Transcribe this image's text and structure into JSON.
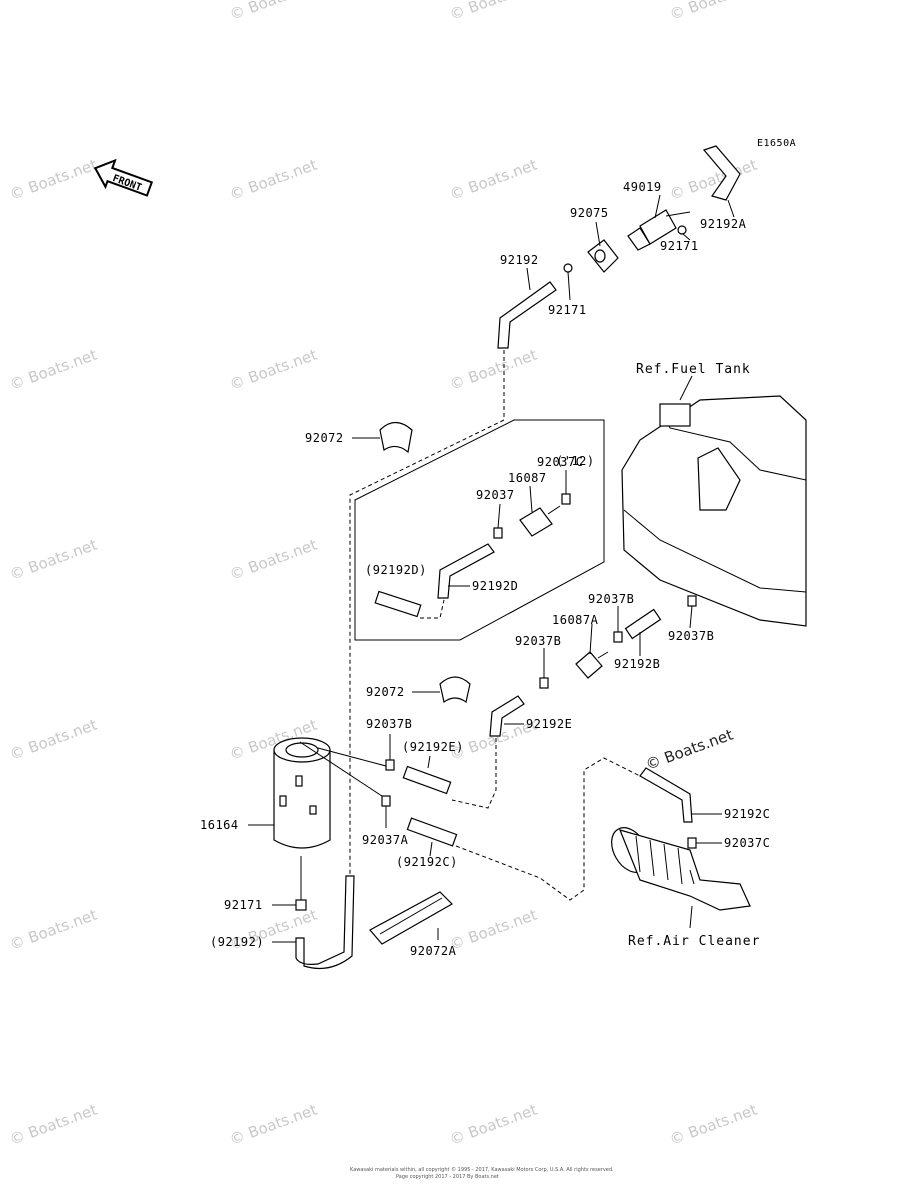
{
  "diagram": {
    "code": "E1650A",
    "front_label": "FRONT",
    "variant_year": "('12)",
    "ref_labels": {
      "fuel_tank": "Ref.Fuel Tank",
      "air_cleaner": "Ref.Air Cleaner"
    },
    "part_labels": {
      "p49019": "49019",
      "p92075": "92075",
      "p92192A": "92192A",
      "p92171_a": "92171",
      "p92192": "92192",
      "p92171_b": "92171",
      "p92072": "92072",
      "p92037C_top": "92037C",
      "p16087": "16087",
      "p92037": "92037",
      "p92192D_paren": "(92192D)",
      "p92192D": "92192D",
      "p92037B_a": "92037B",
      "p16087A": "16087A",
      "p92037B_b": "92037B",
      "p92037B_c": "92037B",
      "p92192B": "92192B",
      "p92072_b": "92072",
      "p92192E": "92192E",
      "p92037B_d": "92037B",
      "p92192E_paren": "(92192E)",
      "p16164": "16164",
      "p92037A": "92037A",
      "p92192C_paren": "(92192C)",
      "p92192C": "92192C",
      "p92037C": "92037C",
      "p92171_c": "92171",
      "p92192_paren": "(92192)",
      "p92072A": "92072A"
    }
  },
  "watermark": {
    "text": "© Boats.net",
    "prominent": "© Boats.net"
  },
  "footer": {
    "line1": "Kawasaki materials within, all copyright © 1995 - 2017, Kawasaki Motors Corp, U.S.A. All rights reserved.",
    "line2": "Page copyright 2017 - 2017 By Boats.net"
  }
}
